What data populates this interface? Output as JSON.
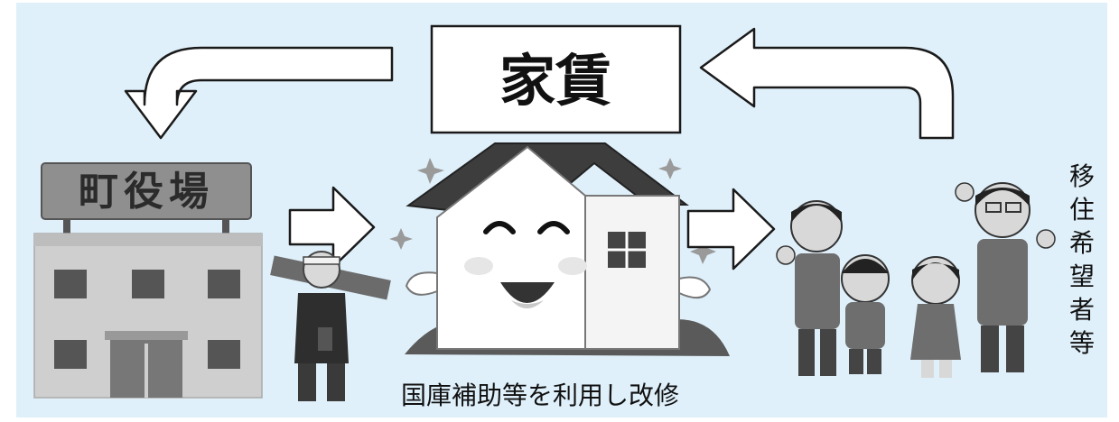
{
  "rent_box": {
    "label": "家賃"
  },
  "town_hall": {
    "sign": "町役場"
  },
  "caption": "国庫補助等を利用し改修",
  "residents": {
    "label": "移住希望者等"
  },
  "colors": {
    "background": "#dff0fa",
    "arrow_fill": "#ffffff",
    "arrow_stroke": "#1a1a1a",
    "roof": "#3d3d3d",
    "building": "#cfcfcf"
  }
}
